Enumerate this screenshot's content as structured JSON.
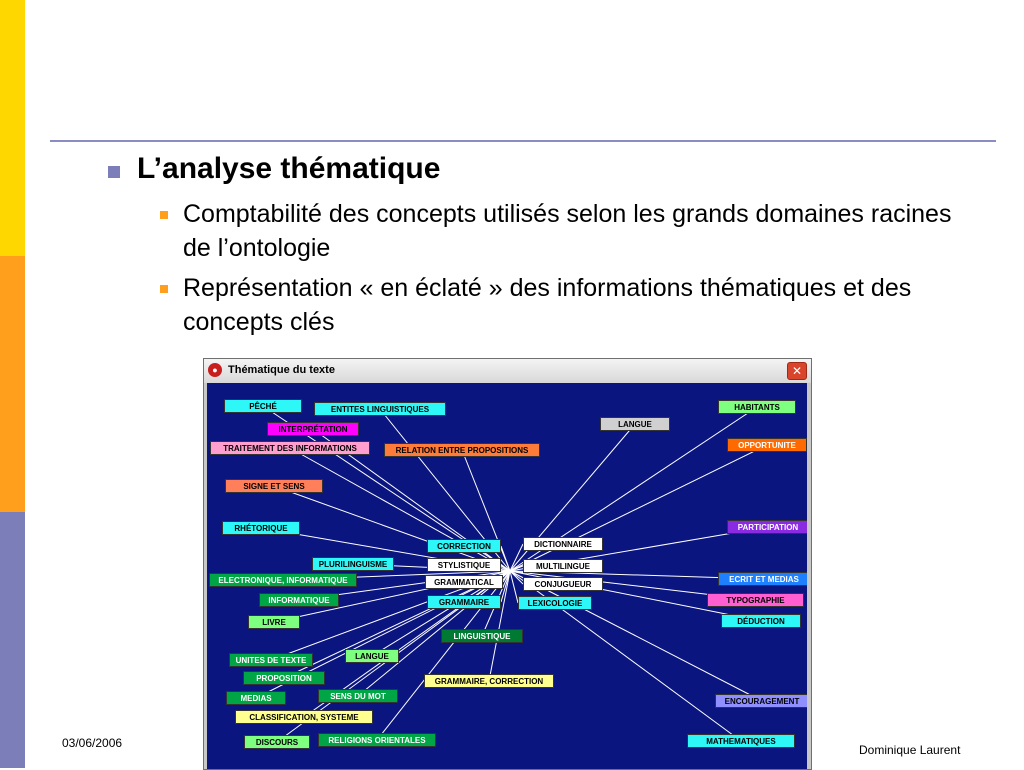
{
  "slide": {
    "title": "L’analyse thématique",
    "bullets": [
      "Comptabilité des concepts utilisés selon les grands domaines racines de l’ontologie",
      "Représentation « en éclaté »  des informations thématiques et des concepts clés"
    ],
    "date": "03/06/2006",
    "author": "Dominique Laurent"
  },
  "window": {
    "title": "Thématique du texte",
    "close_glyph": "✕",
    "labels": {
      "peche": "PÊCHÉ",
      "entites": "ENTITES LINGUISTIQUES",
      "interpretation": "INTERPRÉTATION",
      "traitement": "TRAITEMENT DES INFORMATIONS",
      "relation": "RELATION ENTRE PROPOSITIONS",
      "langue_top": "LANGUE",
      "habitants": "HABITANTS",
      "opportunite": "OPPORTUNITE",
      "signe": "SIGNE ET SENS",
      "rhetorique": "RHÉTORIQUE",
      "participation": "PARTICIPATION",
      "correction": "CORRECTION",
      "dictionnaire": "DICTIONNAIRE",
      "plurilinguisme": "PLURILINGUISME",
      "stylistique": "STYLISTIQUE",
      "multilingue": "MULTILINGUE",
      "electronique": "ELECTRONIQUE, INFORMATIQUE",
      "grammatical": "GRAMMATICAL",
      "conjugueur": "CONJUGUEUR",
      "ecrit": "ECRIT ET MEDIAS",
      "informatique": "INFORMATIQUE",
      "grammaire": "GRAMMAIRE",
      "lexicologie": "LEXICOLOGIE",
      "typographie": "TYPOGRAPHIE",
      "livre": "LIVRE",
      "deduction": "DÉDUCTION",
      "linguistique": "LINGUISTIQUE",
      "unites": "UNITES DE TEXTE",
      "langue_bottom": "LANGUE",
      "proposition": "PROPOSITION",
      "gram_correction": "GRAMMAIRE, CORRECTION",
      "medias": "MEDIAS",
      "sens_mot": "SENS DU MOT",
      "encouragement": "ENCOURAGEMENT",
      "classification": "CLASSIFICATION, SYSTEME",
      "discours": "DISCOURS",
      "religions": "RELIGIONS ORIENTALES",
      "mathematiques": "MATHEMATIQUES"
    }
  },
  "colors": {
    "accent_yellow": "#ffd700",
    "accent_orange": "#ff9f1c",
    "accent_purple": "#7b7eb8",
    "canvas_bg": "#0a1580"
  }
}
